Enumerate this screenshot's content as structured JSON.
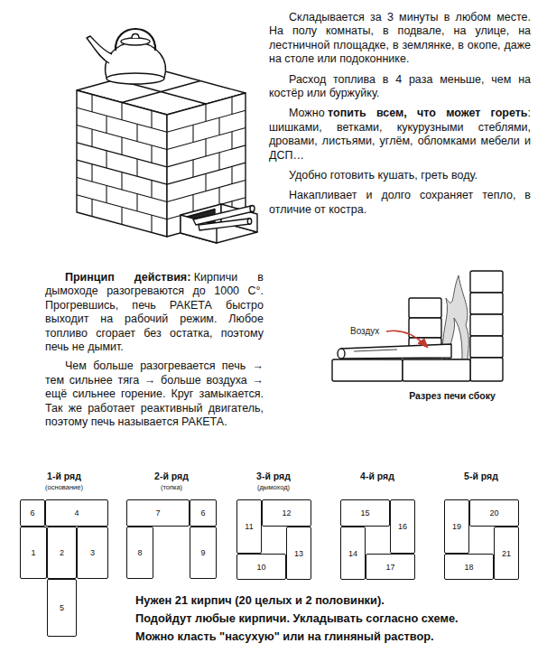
{
  "diagram": {
    "nodes": [
      {
        "text": [
          "6"
        ]
      },
      {
        "text": [
          "4"
        ]
      },
      {
        "text": [
          "1"
        ]
      },
      {
        "text": [
          "2"
        ]
      },
      {
        "text": [
          "3"
        ]
      },
      {
        "text": [
          "5"
        ]
      },
      {
        "text": [
          "7"
        ]
      },
      {
        "text": [
          "6"
        ]
      },
      {
        "text": [
          "8"
        ]
      },
      {
        "text": [
          "9"
        ]
      },
      {
        "text": [
          "12"
        ]
      },
      {
        "text": [
          "11"
        ]
      },
      {
        "text": [
          "13"
        ]
      },
      {
        "text": [
          "10"
        ]
      },
      {
        "text": [
          "15"
        ]
      },
      {
        "text": [
          "16"
        ]
      },
      {
        "text": [
          "14"
        ]
      },
      {
        "text": [
          "17"
        ]
      },
      {
        "text": [
          "20"
        ]
      },
      {
        "text": [
          "19"
        ]
      },
      {
        "text": [
          "21"
        ]
      },
      {
        "text": [
          "18"
        ]
      }
    ],
    "labels": [
      "Складывается за 3 минуты в любом месте. На полу комнаты, в подвале, на улице, на лестничной площадке, в землянке, в окопе, даже на столе или подоконнике.",
      "Расход топлива в 4 раза меньше, чем на костёр или буржуйку.",
      "Можно",
      "топить всем, что может гореть",
      ": шишками, ветками, кукурузными стеблями, дровами, листьями, углём, обломками мебели и ДСП…",
      "Удобно готовить кушать, греть воду.",
      "Накапливает и долго сохраняет тепло, в отличие от костра.",
      "Принцип действия:",
      "Кирпичи в дымоходе разогреваются до 1000 С°. Прогревшись, печь РАКЕТА быстро выходит на рабочий режим. Любое топливо сгорает без остатка, поэтому печь не дымит.",
      "Чем больше разогревается печь → тем сильнее тяга → больше воздуха → ещё сильнее горение. Круг замыкается. Так же работает реактивный двигатель, поэтому печь называется РАКЕТА.",
      "Воздух",
      "Разрез печи сбоку",
      "1-й ряд",
      "(основание)",
      "2-й ряд",
      "(топка)",
      "3-й ряд",
      "(дымоход)",
      "4-й ряд",
      "5-й ряд",
      "Нужен 21 кирпич (20 целых и 2 половинки).",
      "Подойдут любые кирпичи. Укладывать согласно схеме.",
      "Можно класть \"насухую\" или на глиняный раствор."
    ]
  }
}
